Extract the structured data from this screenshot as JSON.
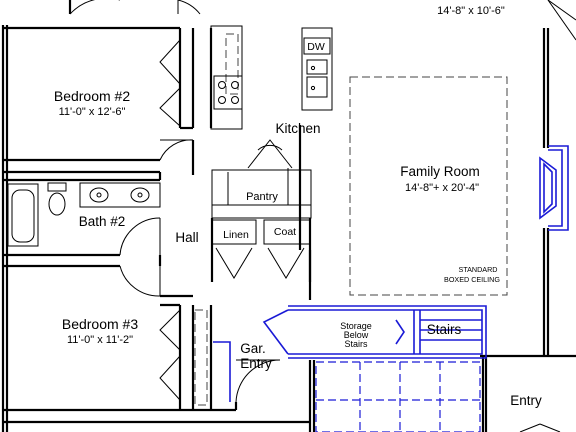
{
  "rooms": {
    "top_right_dims": "14'-8\" x 10'-6\"",
    "bedroom2_name": "Bedroom #2",
    "bedroom2_dims": "11'-0\" x 12'-6\"",
    "kitchen": "Kitchen",
    "dishwasher": "DW",
    "family_room_name": "Family Room",
    "family_room_dims": "14'-8\"+ x 20'-4\"",
    "pantry": "Pantry",
    "bath2": "Bath #2",
    "hall": "Hall",
    "linen": "Linen",
    "coat": "Coat",
    "ceiling_note_1": "STANDARD",
    "ceiling_note_2": "BOXED CEILING",
    "bedroom3_name": "Bedroom #3",
    "bedroom3_dims": "11'-0\" x 11'-2\"",
    "storage_1": "Storage",
    "storage_2": "Below",
    "storage_3": "Stairs",
    "stairs": "Stairs",
    "garage_entry_1": "Gar.",
    "garage_entry_2": "Entry",
    "entry": "Entry"
  },
  "colors": {
    "walls": "#000000",
    "highlight": "#1a1ad6"
  }
}
